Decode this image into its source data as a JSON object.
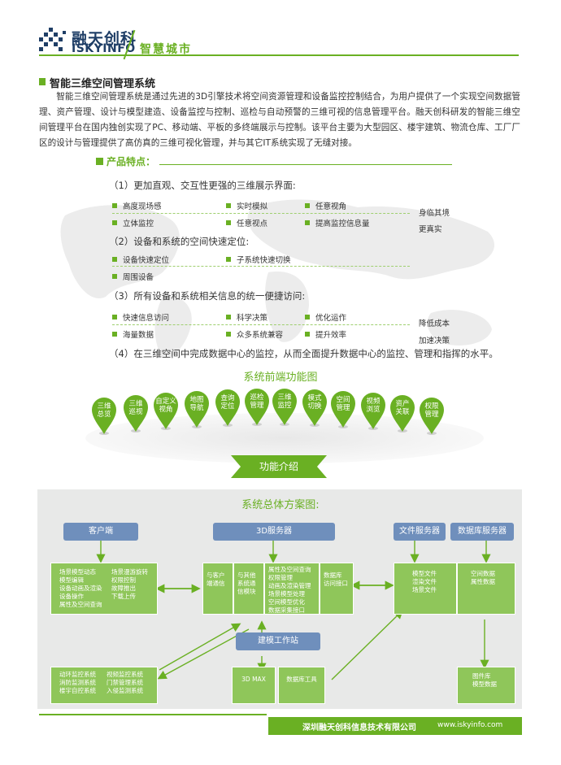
{
  "header": {
    "company_cn": "融天创科",
    "company_en": "ISKYINFO",
    "slogan": "智慧城市"
  },
  "section": {
    "title": "智能三维空间管理系统",
    "intro": "智能三维空间管理系统是通过先进的3D引擎技术将空间资源管理和设备监控控制结合，为用户提供了一个实现空间数据管理、资产管理、设计与模型建造、设备监控与控制、巡检与自动预警的三维可视的信息管理平台。融天创科研发的智能三维空间管理平台在国内独创实现了PC、移动端、平板的多终端展示与控制。该平台主要为大型园区、楼宇建筑、物流仓库、工厂厂区的设计与管理提供了高仿真的三维可视化管理，并与其它IT系统实现了无缝对接。"
  },
  "features": {
    "title": "产品特点：",
    "q1": "（1）更加直观、交互性更强的三维展示界面:",
    "q1_items": [
      "高度现场感",
      "实时模拟",
      "任意视角",
      "立体监控",
      "任意视点",
      "提高监控信息量"
    ],
    "q1_side": [
      "身临其境",
      "更真实"
    ],
    "q2": "（2）设备和系统的空间快速定位:",
    "q2_items": [
      "设备快速定位",
      "子系统快速切换",
      "周围设备"
    ],
    "q3": "（3）所有设备和系统相关信息的统一便捷访问:",
    "q3_items": [
      "快速信息访问",
      "科学决策",
      "优化运作",
      "海量数据",
      "众多系统兼容",
      "提升效率"
    ],
    "q3_side": [
      "降低成本",
      "加速决策"
    ],
    "q4": "（4）在三维空间中完成数据中心的监控，从而全面提升数据中心的监控、管理和指挥的水平。"
  },
  "frontend": {
    "title": "系统前端功能图",
    "pins": [
      [
        "三维",
        "总览"
      ],
      [
        "三维",
        "巡视"
      ],
      [
        "自定义",
        "视角"
      ],
      [
        "地图",
        "导航"
      ],
      [
        "查询",
        "定位"
      ],
      [
        "巡检",
        "管理"
      ],
      [
        "三维",
        "监控"
      ],
      [
        "模式",
        "切换"
      ],
      [
        "空间",
        "管理"
      ],
      [
        "视频",
        "浏览"
      ],
      [
        "资产",
        "关联"
      ],
      [
        "权限",
        "管理"
      ]
    ],
    "func_label": "功能介绍"
  },
  "arch": {
    "title": "系统总体方案图:",
    "client": "客户端",
    "server3d": "3D服务器",
    "file_server": "文件服务器",
    "db_server": "数据库服务器",
    "workstation": "建模工作站",
    "client_box1": [
      "场景模型动态",
      "模型编辑",
      "设备动画及渲染",
      "设备操作",
      "属性及空间查询"
    ],
    "client_box2": [
      "场景漫游旋转",
      "权限控制",
      "故障推出",
      "下载上传"
    ],
    "srv_b1": [
      "与客户",
      "端通信"
    ],
    "srv_b2": [
      "与其他",
      "系统通",
      "信模块"
    ],
    "srv_b3": [
      "属性及空间查询",
      "权限管理",
      "动画及渲染管理",
      "场景模型处理",
      "空间模型优化",
      "数据采集接口"
    ],
    "srv_b4": [
      "数据库",
      "访问接口"
    ],
    "file_box": [
      "模型文件",
      "渲染文件",
      "场景文件"
    ],
    "db_box": [
      "空间数据",
      "属性数据"
    ],
    "ws_b1": "3D MAX",
    "ws_b2": "数据库工具",
    "sub_box1": [
      "动环监控系统",
      "消防监测系统",
      "楼宇自控系统"
    ],
    "sub_box2": [
      "视频监控系统",
      "门禁管理系统",
      "入侵监测系统"
    ],
    "lib_box": [
      "图件库",
      "模型数据"
    ]
  },
  "footer": {
    "company": "深圳融天创科信息技术有限公司",
    "url": "www.iskyinfo.com"
  }
}
